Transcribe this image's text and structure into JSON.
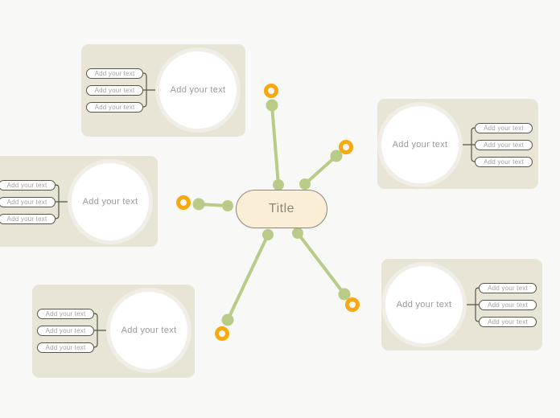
{
  "colors": {
    "page_bg": "#f8f8f6",
    "panel_bg": "#e9e5d6",
    "circle_halo": "#f0eee7",
    "circle_bg": "#ffffff",
    "pill_bg": "#ffffff",
    "node_fill": "#fbeed7",
    "node_border": "#8d8a82",
    "node_text": "#8c887c",
    "branch_green": "#b9cc87",
    "marker_orange": "#f8a90f",
    "bracket_line": "#57544a",
    "pill_text": "#a6a29a",
    "circle_text": "#9b9994"
  },
  "center_node": {
    "label": "Title"
  },
  "branches": {
    "count": 5,
    "marker_icon": "ring-marker-icon",
    "names": [
      "top",
      "top-right",
      "left",
      "bottom-left",
      "bottom-right"
    ]
  },
  "panels": [
    {
      "id": "top-left",
      "circle_label": "Add your text",
      "items": [
        "Add your text",
        "Add your text",
        "Add your text"
      ]
    },
    {
      "id": "mid-left",
      "circle_label": "Add your text",
      "items": [
        "Add your text",
        "Add your text",
        "Add your text"
      ]
    },
    {
      "id": "bottom-left",
      "circle_label": "Add your text",
      "items": [
        "Add your text",
        "Add your text",
        "Add your text"
      ]
    },
    {
      "id": "top-right",
      "circle_label": "Add your text",
      "items": [
        "Add your text",
        "Add your text",
        "Add your text"
      ]
    },
    {
      "id": "bottom-right",
      "circle_label": "Add your text",
      "items": [
        "Add your text",
        "Add your text",
        "Add your text"
      ]
    }
  ]
}
